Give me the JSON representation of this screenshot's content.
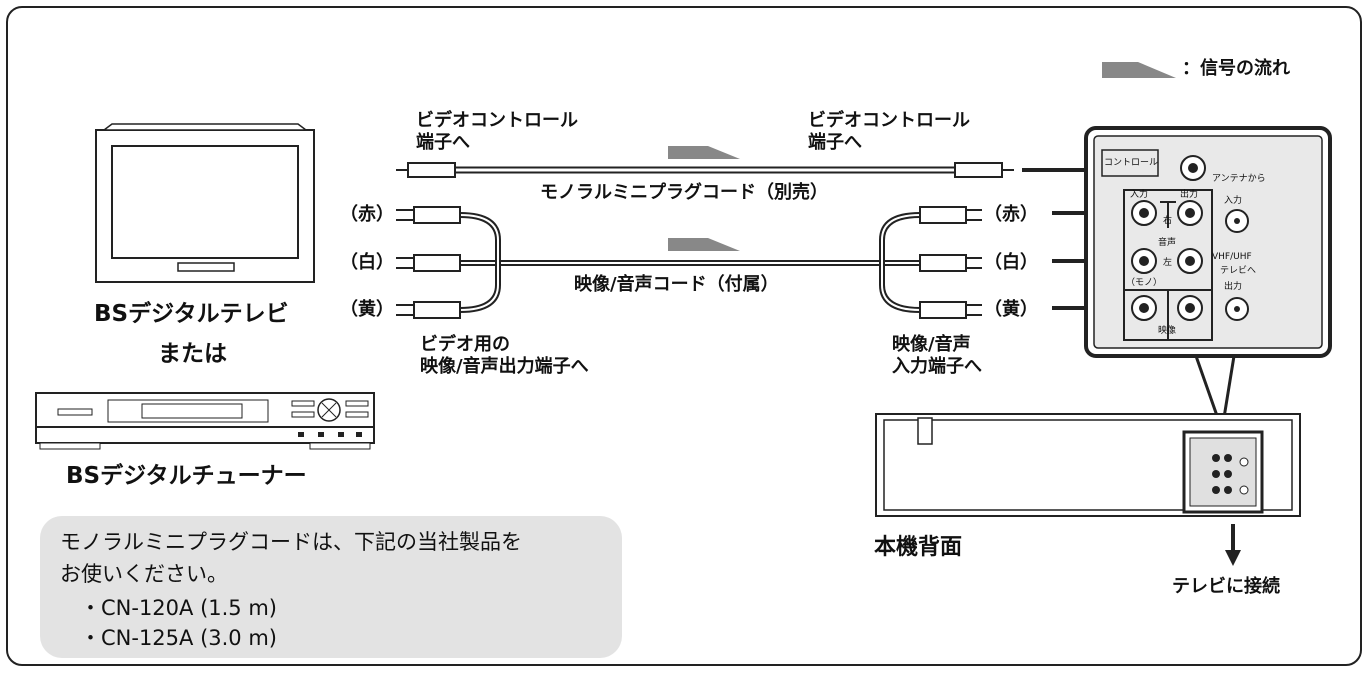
{
  "legend": {
    "text": "：信号の流れ"
  },
  "left_device": {
    "tv_label": "BSデジタルテレビ",
    "or_label": "または",
    "tuner_label": "BSデジタルチューナー"
  },
  "control_cable": {
    "left_label_1": "ビデオコントロール",
    "left_label_2": "端子へ",
    "right_label_1": "ビデオコントロール",
    "right_label_2": "端子へ",
    "name": "モノラルミニプラグコード（別売）"
  },
  "av_cable": {
    "name": "映像/音声コード（付属）",
    "plugs_left": [
      "（赤）",
      "（白）",
      "（黄）"
    ],
    "plugs_right": [
      "（赤）",
      "（白）",
      "（黄）"
    ],
    "left_dest_1": "ビデオ用の",
    "left_dest_2": "映像/音声出力端子へ",
    "right_dest_1": "映像/音声",
    "right_dest_2": "入力端子へ"
  },
  "panel": {
    "control_label": "コントロール",
    "antenna_from": "アンテナから",
    "in_label": "入力",
    "out_label": "出力",
    "right_label": "右",
    "left_label": "左",
    "audio_label": "音声",
    "mono_label": "（モノ）",
    "video_label": "映像",
    "vhf_label": "VHF/UHF",
    "to_tv": "テレビへ",
    "antenna_in": "入力",
    "antenna_out": "出力"
  },
  "rear": {
    "label": "本機背面",
    "tv_connect": "テレビに接続"
  },
  "note": {
    "line1": "モノラルミニプラグコードは、下記の当社製品を",
    "line2": "お使いください。",
    "item1": "・CN-120A (1.5 m)",
    "item2": "・CN-125A (3.0 m)"
  }
}
